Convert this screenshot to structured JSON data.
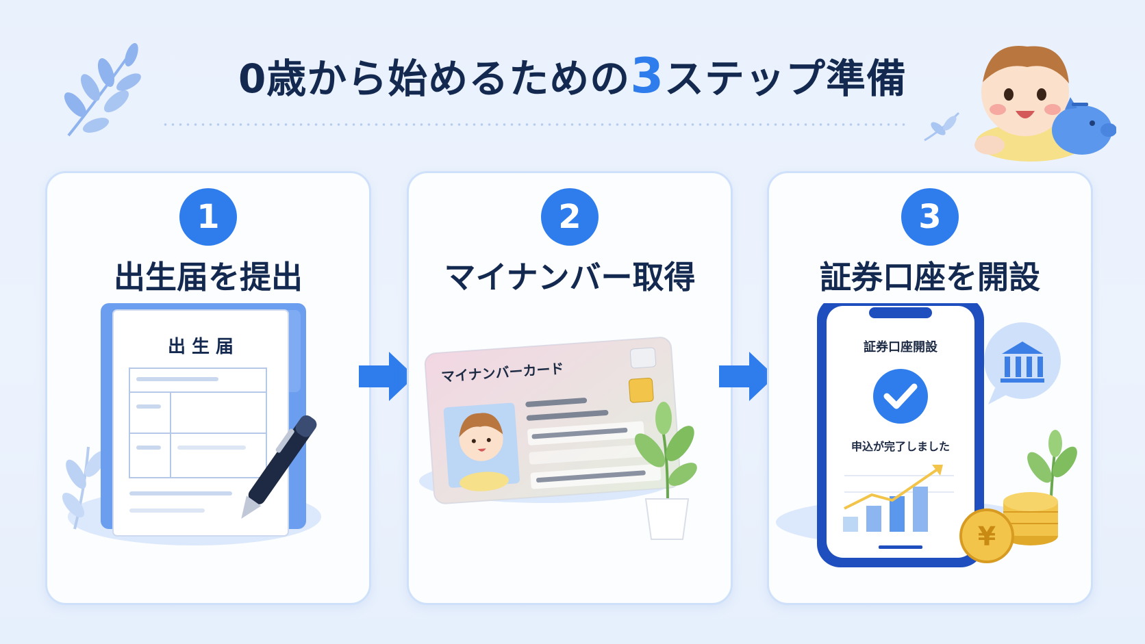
{
  "title": {
    "prefix": "0歳から始めるための",
    "number": "3",
    "suffix": "ステップ準備"
  },
  "steps": [
    {
      "number": "1",
      "title": "出生届を提出",
      "document_heading": "出 生 届"
    },
    {
      "number": "2",
      "title": "マイナンバー取得",
      "card_heading": "マイナンバーカード"
    },
    {
      "number": "3",
      "title": "証券口座を開設",
      "phone_heading": "証券口座開設",
      "phone_message": "申込が完了しました"
    }
  ],
  "colors": {
    "accent": "#2f7dec",
    "title": "#14294f",
    "background": "#e9f1fd"
  },
  "icons": [
    "leaf-icon",
    "baby-icon",
    "piggy-bank-icon",
    "pen-icon",
    "plant-icon",
    "bank-icon",
    "check-icon",
    "yen-coin-icon",
    "arrow-right-icon"
  ]
}
